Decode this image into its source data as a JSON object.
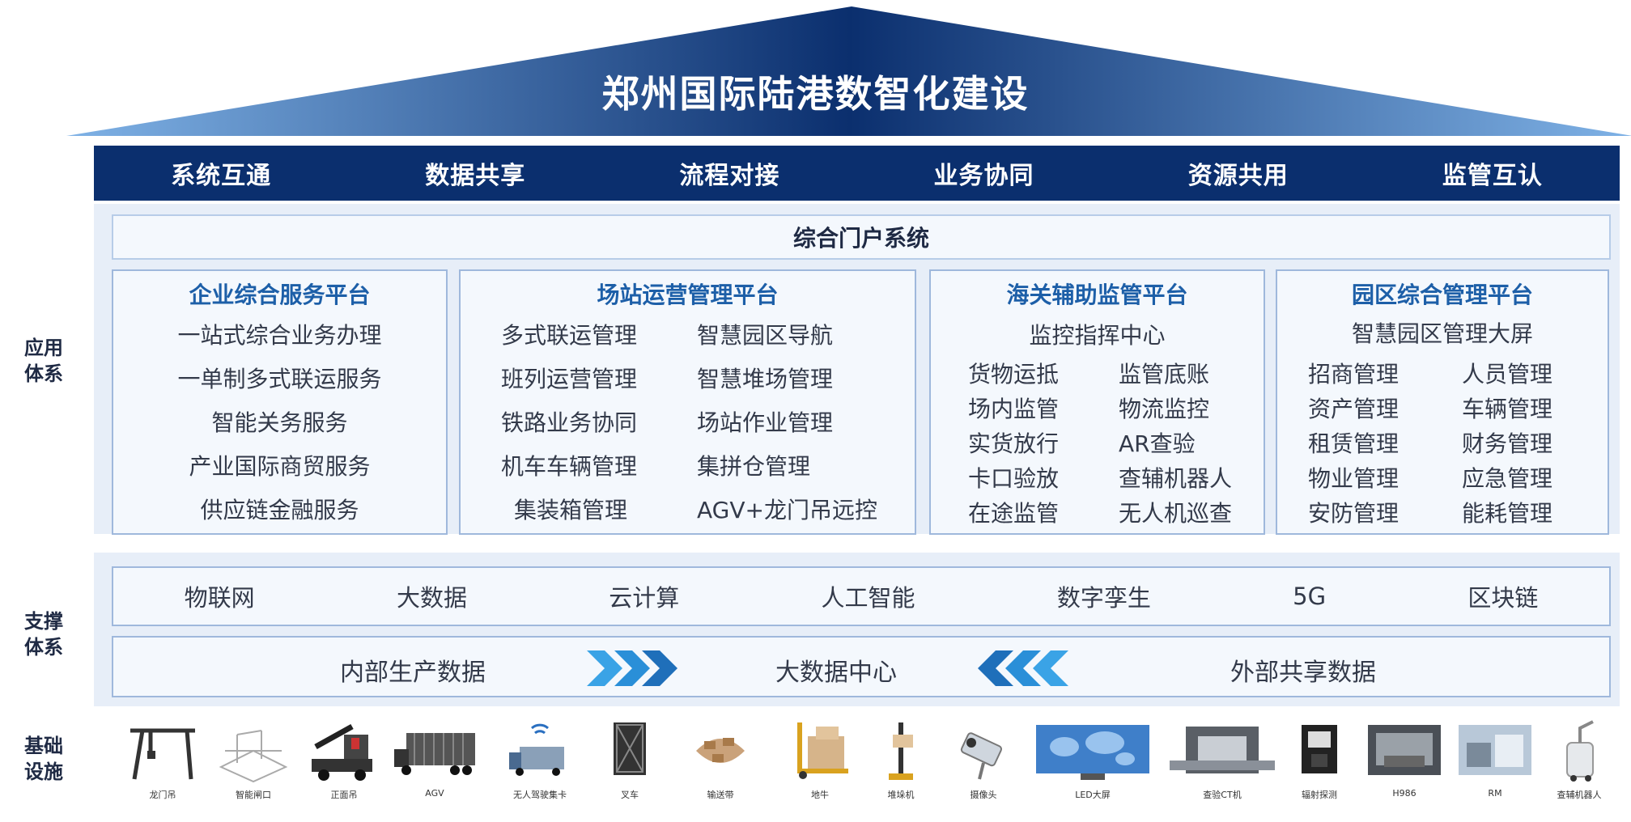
{
  "title": "郑州国际陆港数智化建设",
  "principles": [
    "系统互通",
    "数据共享",
    "流程对接",
    "业务协同",
    "资源共用",
    "监管互认"
  ],
  "section_labels": {
    "application": [
      "应用",
      "体系"
    ],
    "support": [
      "支撑",
      "体系"
    ],
    "infrastructure": [
      "基础",
      "设施"
    ]
  },
  "portal": "综合门户系统",
  "platforms": [
    {
      "title": "企业综合服务平台",
      "items": [
        "一站式综合业务办理",
        "一单制多式联运服务",
        "智能关务服务",
        "产业国际商贸服务",
        "供应链金融服务"
      ]
    },
    {
      "title": "场站运营管理平台",
      "left": [
        "多式联运管理",
        "班列运营管理",
        "铁路业务协同",
        "机车车辆管理",
        "集装箱管理"
      ],
      "right": [
        "智慧园区导航",
        "智慧堆场管理",
        "场站作业管理",
        "集拼仓管理",
        "AGV+龙门吊远控"
      ]
    },
    {
      "title": "海关辅助监管平台",
      "subtitle": "监控指挥中心",
      "left": [
        "货物运抵",
        "场内监管",
        "实货放行",
        "卡口验放",
        "在途监管"
      ],
      "right": [
        "监管底账",
        "物流监控",
        "AR查验",
        "查辅机器人",
        "无人机巡查"
      ]
    },
    {
      "title": "园区综合管理平台",
      "subtitle": "智慧园区管理大屏",
      "left": [
        "招商管理",
        "资产管理",
        "租赁管理",
        "物业管理",
        "安防管理"
      ],
      "right": [
        "人员管理",
        "车辆管理",
        "财务管理",
        "应急管理",
        "能耗管理"
      ]
    }
  ],
  "technologies": [
    "物联网",
    "大数据",
    "云计算",
    "人工智能",
    "数字孪生",
    "5G",
    "区块链"
  ],
  "data_flow": {
    "left": "内部生产数据",
    "center": "大数据中心",
    "right": "外部共享数据"
  },
  "devices": [
    {
      "label": "龙门吊",
      "icon": "gantry-crane-icon"
    },
    {
      "label": "智能闸口",
      "icon": "smart-gate-icon"
    },
    {
      "label": "正面吊",
      "icon": "reach-stacker-icon"
    },
    {
      "label": "AGV",
      "icon": "agv-icon"
    },
    {
      "label": "无人驾驶集卡",
      "icon": "autonomous-truck-icon"
    },
    {
      "label": "叉车",
      "icon": "forklift-icon"
    },
    {
      "label": "输送带",
      "icon": "conveyor-icon"
    },
    {
      "label": "地牛",
      "icon": "pallet-jack-icon"
    },
    {
      "label": "堆垛机",
      "icon": "stacker-icon"
    },
    {
      "label": "摄像头",
      "icon": "camera-icon"
    },
    {
      "label": "LED大屏",
      "icon": "led-screen-icon"
    },
    {
      "label": "查验CT机",
      "icon": "ct-scanner-icon"
    },
    {
      "label": "辐射探测",
      "icon": "radiation-detector-icon"
    },
    {
      "label": "H986",
      "icon": "h986-icon"
    },
    {
      "label": "RM",
      "icon": "rm-icon"
    },
    {
      "label": "查辅机器人",
      "icon": "inspection-robot-icon"
    }
  ],
  "colors": {
    "roof_dark": "#0b2f6e",
    "roof_light": "#5b93d3",
    "band": "#0b2f6e",
    "platform_title": "#1d5fa8",
    "panel_bg": "#e7eef8",
    "arrow": "#2a8fd8"
  }
}
